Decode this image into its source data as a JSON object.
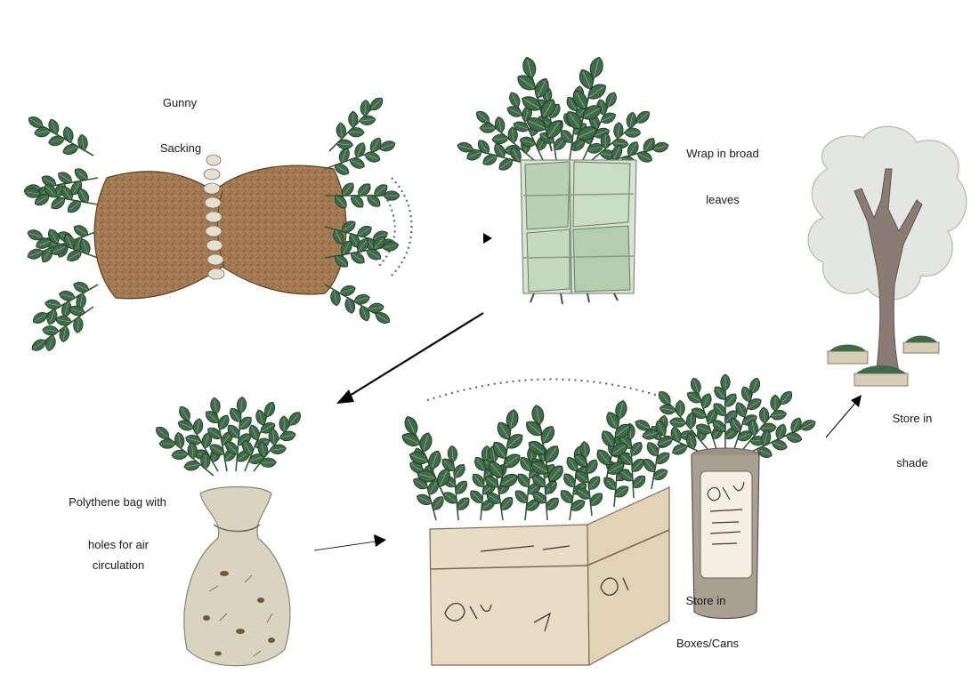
{
  "labels": {
    "gunny_line1": "Gunny",
    "gunny_line2": "Sacking",
    "wrap_line1": "Wrap in broad",
    "wrap_line2": "leaves",
    "poly_line1": "Polythene bag with",
    "poly_line2": "holes for air",
    "poly_line3": "circulation",
    "boxes_line1": "Store in",
    "boxes_line2": "Boxes/Cans",
    "shade_line1": "Store in",
    "shade_line2": "shade"
  },
  "colors": {
    "leaf": "#3f6b48",
    "leaf_light": "#6f9a74",
    "leaf_dark": "#24442c",
    "sack": "#a47a52",
    "sack_dark": "#7a5534",
    "wrap_leaf": "#c9dcc4",
    "poly_bag": "#d9d3c0",
    "box": "#e8dcc4",
    "tree_trunk": "#8a7c74",
    "canopy": "#e4e7e1"
  }
}
